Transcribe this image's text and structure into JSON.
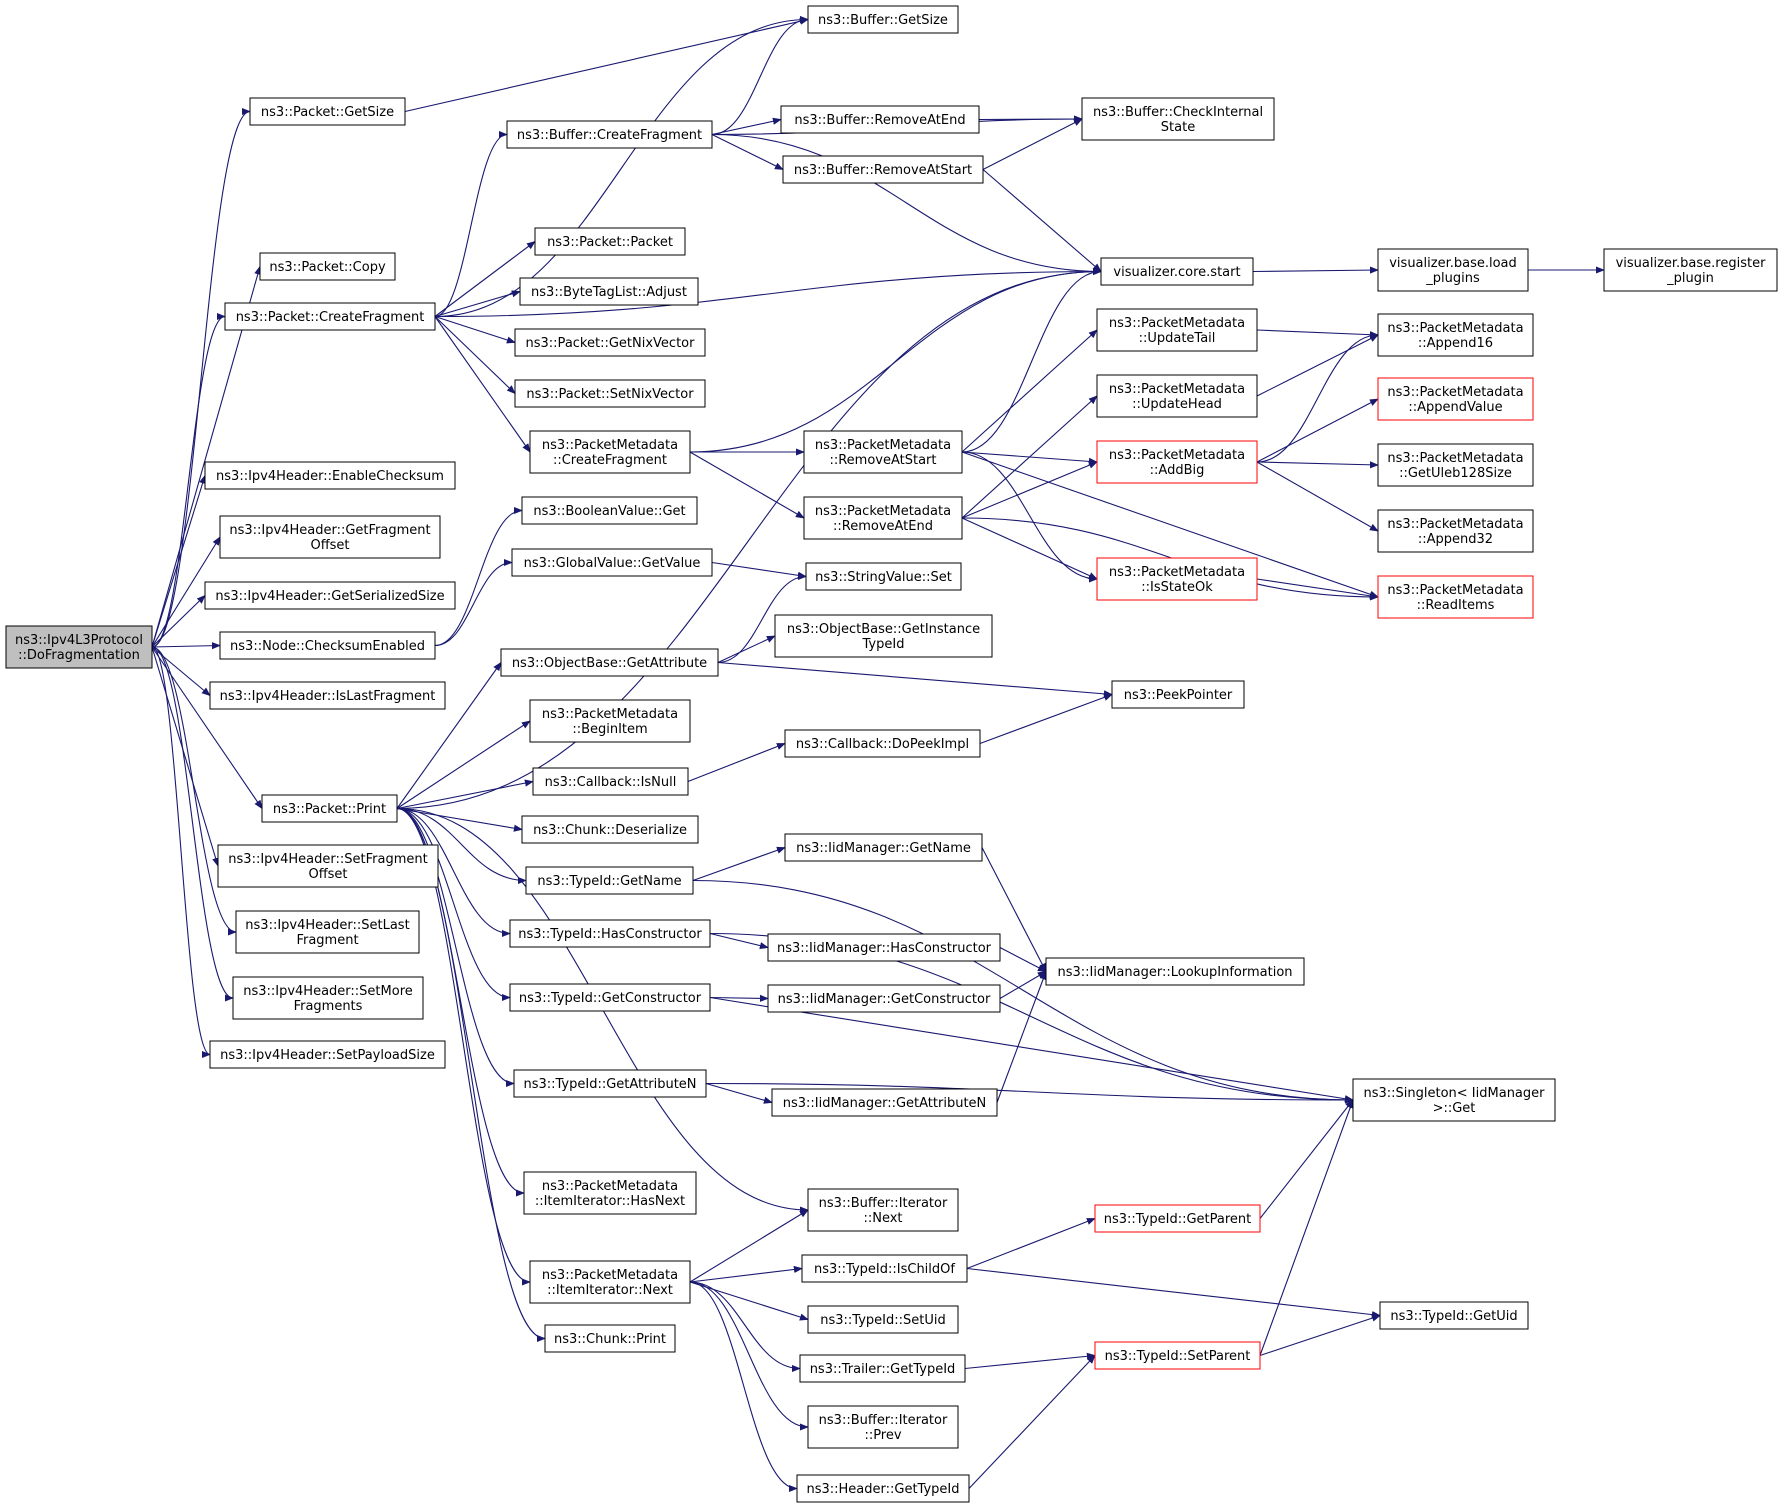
{
  "nodes": {
    "root": [
      "ns3::Ipv4L3Protocol",
      "::DoFragmentation"
    ],
    "pkt_getsize": [
      "ns3::Packet::GetSize"
    ],
    "pkt_copy": [
      "ns3::Packet::Copy"
    ],
    "pkt_createfrag": [
      "ns3::Packet::CreateFragment"
    ],
    "ipv4_enablecs": [
      "ns3::Ipv4Header::EnableChecksum"
    ],
    "ipv4_getfragoff": [
      "ns3::Ipv4Header::GetFragment",
      "Offset"
    ],
    "ipv4_getsersize": [
      "ns3::Ipv4Header::GetSerializedSize"
    ],
    "node_csenabled": [
      "ns3::Node::ChecksumEnabled"
    ],
    "ipv4_islast": [
      "ns3::Ipv4Header::IsLastFragment"
    ],
    "pkt_print": [
      "ns3::Packet::Print"
    ],
    "ipv4_setfragoff": [
      "ns3::Ipv4Header::SetFragment",
      "Offset"
    ],
    "ipv4_setlast": [
      "ns3::Ipv4Header::SetLast",
      "Fragment"
    ],
    "ipv4_setmore": [
      "ns3::Ipv4Header::SetMore",
      "Fragments"
    ],
    "ipv4_setpayload": [
      "ns3::Ipv4Header::SetPayloadSize"
    ],
    "buf_getsize": [
      "ns3::Buffer::GetSize"
    ],
    "buf_createfrag": [
      "ns3::Buffer::CreateFragment"
    ],
    "pkt_packet": [
      "ns3::Packet::Packet"
    ],
    "btl_adjust": [
      "ns3::ByteTagList::Adjust"
    ],
    "pkt_getnix": [
      "ns3::Packet::GetNixVector"
    ],
    "pkt_setnix": [
      "ns3::Packet::SetNixVector"
    ],
    "pm_createfrag": [
      "ns3::PacketMetadata",
      "::CreateFragment"
    ],
    "bool_get": [
      "ns3::BooleanValue::Get"
    ],
    "gv_getvalue": [
      "ns3::GlobalValue::GetValue"
    ],
    "ob_getattr": [
      "ns3::ObjectBase::GetAttribute"
    ],
    "pm_beginitem": [
      "ns3::PacketMetadata",
      "::BeginItem"
    ],
    "cb_isnull": [
      "ns3::Callback::IsNull"
    ],
    "chunk_deser": [
      "ns3::Chunk::Deserialize"
    ],
    "tid_getname": [
      "ns3::TypeId::GetName"
    ],
    "tid_hasctor": [
      "ns3::TypeId::HasConstructor"
    ],
    "tid_getctor": [
      "ns3::TypeId::GetConstructor"
    ],
    "tid_getattrn": [
      "ns3::TypeId::GetAttributeN"
    ],
    "pm_ii_hasnext": [
      "ns3::PacketMetadata",
      "::ItemIterator::HasNext"
    ],
    "pm_ii_next": [
      "ns3::PacketMetadata",
      "::ItemIterator::Next"
    ],
    "chunk_print": [
      "ns3::Chunk::Print"
    ],
    "buf_removeatend": [
      "ns3::Buffer::RemoveAtEnd"
    ],
    "buf_removeatstart": [
      "ns3::Buffer::RemoveAtStart"
    ],
    "buf_checkinternal": [
      "ns3::Buffer::CheckInternal",
      "State"
    ],
    "viz_core_start": [
      "visualizer.core.start"
    ],
    "pm_updatetail": [
      "ns3::PacketMetadata",
      "::UpdateTail"
    ],
    "pm_updatehead": [
      "ns3::PacketMetadata",
      "::UpdateHead"
    ],
    "pm_removeatstart": [
      "ns3::PacketMetadata",
      "::RemoveAtStart"
    ],
    "pm_removeatend": [
      "ns3::PacketMetadata",
      "::RemoveAtEnd"
    ],
    "pm_addbig": [
      "ns3::PacketMetadata",
      "::AddBig"
    ],
    "pm_isstateok": [
      "ns3::PacketMetadata",
      "::IsStateOk"
    ],
    "sv_set": [
      "ns3::StringValue::Set"
    ],
    "ob_getinsttid": [
      "ns3::ObjectBase::GetInstance",
      "TypeId"
    ],
    "peekpointer": [
      "ns3::PeekPointer"
    ],
    "cb_dopeekimpl": [
      "ns3::Callback::DoPeekImpl"
    ],
    "iid_getname": [
      "ns3::IidManager::GetName"
    ],
    "iid_hasctor": [
      "ns3::IidManager::HasConstructor"
    ],
    "iid_lookup": [
      "ns3::IidManager::LookupInformation"
    ],
    "iid_getctor": [
      "ns3::IidManager::GetConstructor"
    ],
    "iid_getattrn": [
      "ns3::IidManager::GetAttributeN"
    ],
    "singleton_get": [
      "ns3::Singleton< IidManager",
      ">::Get"
    ],
    "buf_it_next": [
      "ns3::Buffer::Iterator",
      "::Next"
    ],
    "tid_getparent": [
      "ns3::TypeId::GetParent"
    ],
    "tid_ischildof": [
      "ns3::TypeId::IsChildOf"
    ],
    "tid_getuid": [
      "ns3::TypeId::GetUid"
    ],
    "tid_setuid": [
      "ns3::TypeId::SetUid"
    ],
    "trailer_gettid": [
      "ns3::Trailer::GetTypeId"
    ],
    "tid_setparent": [
      "ns3::TypeId::SetParent"
    ],
    "buf_it_prev": [
      "ns3::Buffer::Iterator",
      "::Prev"
    ],
    "header_gettid": [
      "ns3::Header::GetTypeId"
    ],
    "viz_base_load": [
      "visualizer.base.load",
      "_plugins"
    ],
    "viz_base_register": [
      "visualizer.base.register",
      "_plugin"
    ],
    "pm_append16": [
      "ns3::PacketMetadata",
      "::Append16"
    ],
    "pm_appendvalue": [
      "ns3::PacketMetadata",
      "::AppendValue"
    ],
    "pm_getuleb": [
      "ns3::PacketMetadata",
      "::GetUleb128Size"
    ],
    "pm_append32": [
      "ns3::PacketMetadata",
      "::Append32"
    ],
    "pm_readitems": [
      "ns3::PacketMetadata",
      "::ReadItems"
    ]
  },
  "styles": {
    "root_fill": "#bfbfbf",
    "box_border": "#000000",
    "truncated_border": "#ff0000",
    "edge_color": "#191970",
    "truncated_nodes": [
      "pm_appendvalue",
      "pm_addbig",
      "pm_isstateok",
      "pm_readitems",
      "tid_getparent",
      "tid_setparent"
    ],
    "root_node": "root"
  }
}
